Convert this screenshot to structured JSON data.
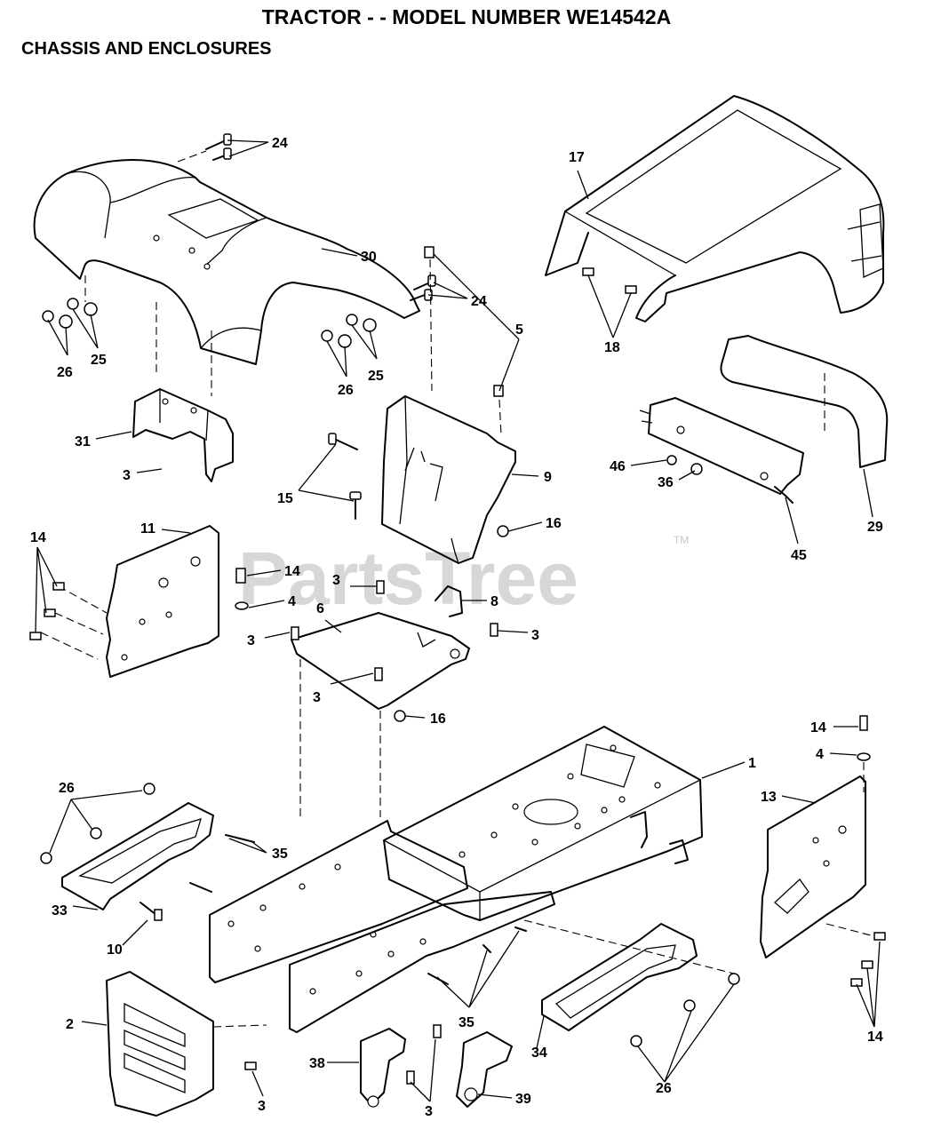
{
  "header": {
    "title": "TRACTOR - - MODEL NUMBER WE14542A",
    "subtitle": "CHASSIS AND ENCLOSURES"
  },
  "watermark": {
    "text": "PartsTree",
    "trademark": "TM"
  },
  "callouts": [
    {
      "id": "c24a",
      "label": "24"
    },
    {
      "id": "c30",
      "label": "30"
    },
    {
      "id": "c24b",
      "label": "24"
    },
    {
      "id": "c26a",
      "label": "26"
    },
    {
      "id": "c25a",
      "label": "25"
    },
    {
      "id": "c26b",
      "label": "26"
    },
    {
      "id": "c25b",
      "label": "25"
    },
    {
      "id": "c17",
      "label": "17"
    },
    {
      "id": "c18",
      "label": "18"
    },
    {
      "id": "c5",
      "label": "5"
    },
    {
      "id": "c9",
      "label": "9"
    },
    {
      "id": "c31",
      "label": "31"
    },
    {
      "id": "c3a",
      "label": "3"
    },
    {
      "id": "c15",
      "label": "15"
    },
    {
      "id": "c16a",
      "label": "16"
    },
    {
      "id": "c46",
      "label": "46"
    },
    {
      "id": "c36",
      "label": "36"
    },
    {
      "id": "c45",
      "label": "45"
    },
    {
      "id": "c29",
      "label": "29"
    },
    {
      "id": "c11",
      "label": "11"
    },
    {
      "id": "c14a",
      "label": "14"
    },
    {
      "id": "c14b",
      "label": "14"
    },
    {
      "id": "c4a",
      "label": "4"
    },
    {
      "id": "c3b",
      "label": "3"
    },
    {
      "id": "c8",
      "label": "8"
    },
    {
      "id": "c6",
      "label": "6"
    },
    {
      "id": "c3c",
      "label": "3"
    },
    {
      "id": "c3d",
      "label": "3"
    },
    {
      "id": "c3e",
      "label": "3"
    },
    {
      "id": "c16b",
      "label": "16"
    },
    {
      "id": "c14c",
      "label": "14"
    },
    {
      "id": "c4b",
      "label": "4"
    },
    {
      "id": "c1",
      "label": "1"
    },
    {
      "id": "c13",
      "label": "13"
    },
    {
      "id": "c26c",
      "label": "26"
    },
    {
      "id": "c35a",
      "label": "35"
    },
    {
      "id": "c33",
      "label": "33"
    },
    {
      "id": "c10",
      "label": "10"
    },
    {
      "id": "c2",
      "label": "2"
    },
    {
      "id": "c3f",
      "label": "3"
    },
    {
      "id": "c35b",
      "label": "35"
    },
    {
      "id": "c38",
      "label": "38"
    },
    {
      "id": "c3g",
      "label": "3"
    },
    {
      "id": "c39",
      "label": "39"
    },
    {
      "id": "c34",
      "label": "34"
    },
    {
      "id": "c26d",
      "label": "26"
    },
    {
      "id": "c14d",
      "label": "14"
    }
  ]
}
